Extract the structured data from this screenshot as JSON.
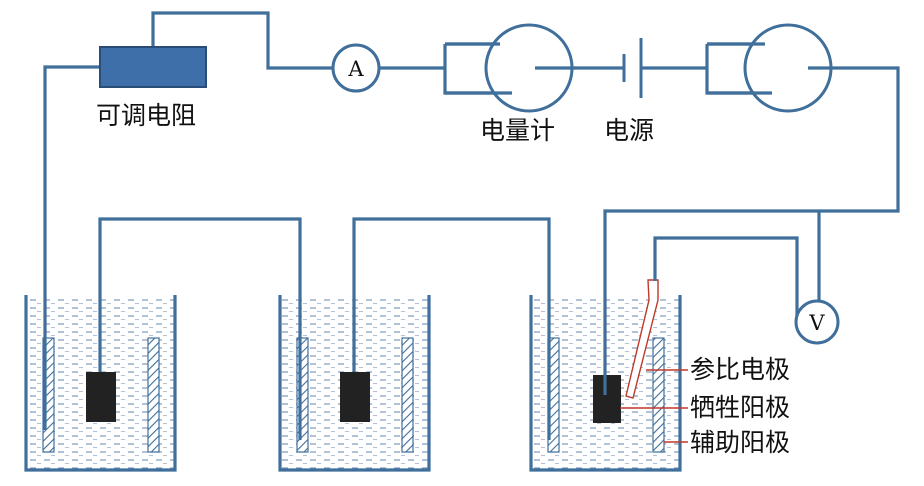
{
  "labels": {
    "variable_resistor": "可调电阻",
    "coulometer": "电量计",
    "power_source": "电源",
    "reference_electrode": "参比电极",
    "sacrificial_anode": "牺牲阳极",
    "auxiliary_anode": "辅助阳极"
  },
  "meters": {
    "ammeter": "A",
    "voltmeter": "V"
  },
  "colors": {
    "wire": "#3f6f9a",
    "resistor_fill": "#3f6fa8",
    "electrode": "#222222",
    "reference_outline": "#c0392b",
    "electrolyte_dash": "#6f8fb0"
  }
}
